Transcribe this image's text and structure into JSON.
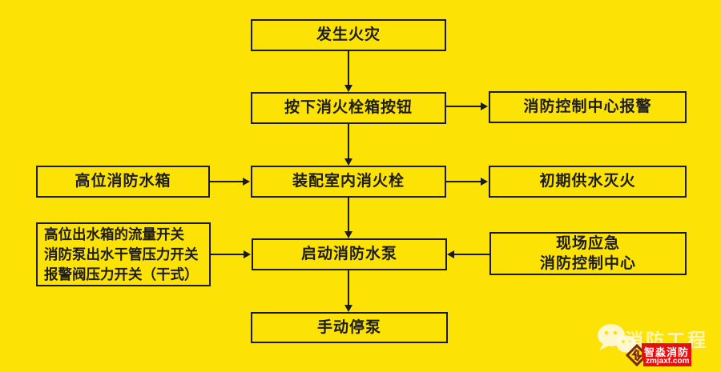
{
  "colors": {
    "background": "#FCE205",
    "line": "#1A1A1A",
    "badge_red": "#E60F0F",
    "logo_maroon": "#7A2723",
    "watermark_cream": "#FFF9DE"
  },
  "diagram": {
    "boxes": [
      {
        "id": "fire-occurs",
        "label": "发生火灾"
      },
      {
        "id": "press-hydrant-button",
        "label": "按下消火栓箱按钮"
      },
      {
        "id": "control-center-alarm",
        "label": "消防控制中心报警"
      },
      {
        "id": "high-level-water-tank",
        "label": "高位消防水箱"
      },
      {
        "id": "assemble-indoor-hydrant",
        "label": "装配室内消火栓"
      },
      {
        "id": "initial-water-supply",
        "label": "初期供水灭火"
      },
      {
        "id": "pressure-flow-switches",
        "lines": [
          "高位出水箱的流量开关",
          "消防泵出水干管压力开关",
          "报警阀压力开关（干式）"
        ]
      },
      {
        "id": "start-fire-pump",
        "label": "启动消防水泵"
      },
      {
        "id": "onsite-emergency",
        "lines": [
          "现场应急",
          "消防控制中心"
        ]
      },
      {
        "id": "manual-pump-stop",
        "label": "手动停泵"
      }
    ],
    "edges": [
      {
        "from": "fire-occurs",
        "to": "press-hydrant-button"
      },
      {
        "from": "press-hydrant-button",
        "to": "control-center-alarm"
      },
      {
        "from": "press-hydrant-button",
        "to": "assemble-indoor-hydrant"
      },
      {
        "from": "high-level-water-tank",
        "to": "assemble-indoor-hydrant"
      },
      {
        "from": "assemble-indoor-hydrant",
        "to": "initial-water-supply"
      },
      {
        "from": "assemble-indoor-hydrant",
        "to": "start-fire-pump"
      },
      {
        "from": "pressure-flow-switches",
        "to": "start-fire-pump"
      },
      {
        "from": "onsite-emergency",
        "to": "start-fire-pump"
      },
      {
        "from": "start-fire-pump",
        "to": "manual-pump-stop"
      }
    ]
  },
  "watermark": {
    "icon": "wechat-icon",
    "logo_icon": "diamond-arrows-icon",
    "brand_title": "消防工程",
    "brand_name": "智淼消防",
    "brand_url": "zmjaxf.com"
  }
}
